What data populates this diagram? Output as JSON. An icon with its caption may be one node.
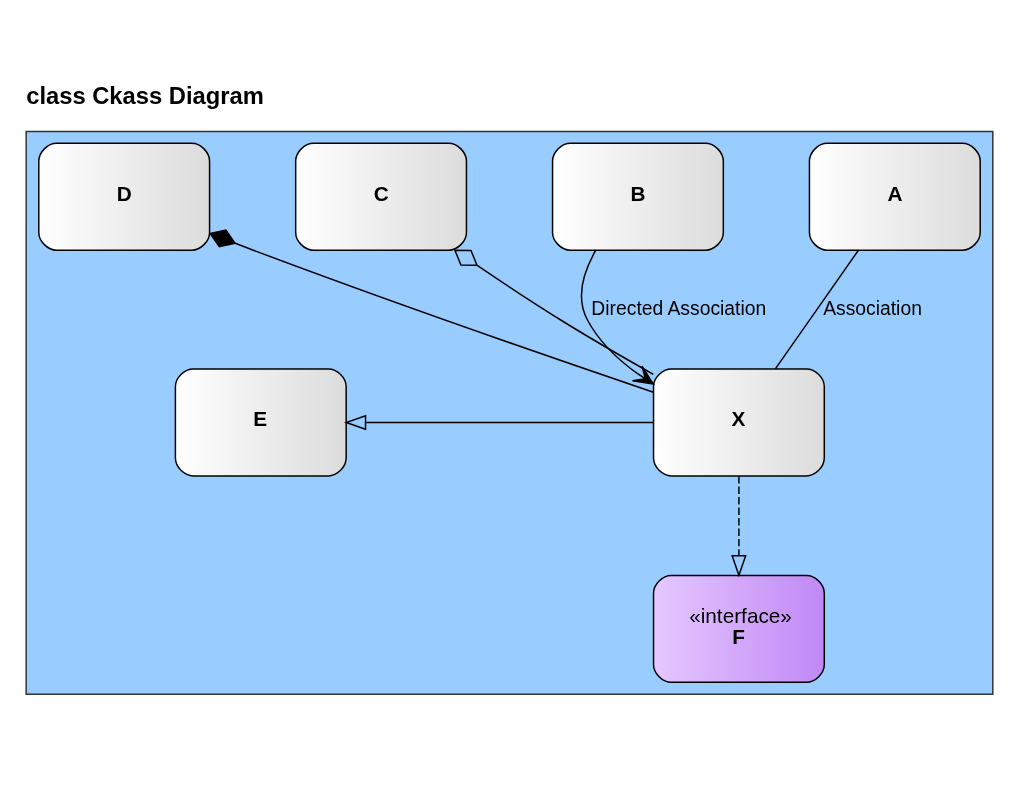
{
  "diagram": {
    "title": "class Ckass Diagram",
    "nodes": [
      {
        "text": [],
        "shape": "box"
      },
      {
        "text": [
          "A"
        ],
        "in": 0
      },
      {
        "text": [
          "B"
        ],
        "in": 0
      },
      {
        "text": [
          "C"
        ],
        "in": 0
      },
      {
        "text": [
          "D"
        ],
        "in": 0
      },
      {
        "text": [
          "X"
        ],
        "in": 0
      },
      {
        "text": [
          "E"
        ],
        "in": 0
      },
      {
        "text": [
          "«interface»",
          "F"
        ],
        "in": 0
      }
    ],
    "edges": [
      {
        "from": 1,
        "to": 5,
        "arrow": "none",
        "label": "Association"
      },
      {
        "from": 2,
        "to": 5,
        "arrow": "to",
        "label": "Directed Association"
      },
      {
        "from": 5,
        "to": 3,
        "arrow": "other"
      },
      {
        "from": 5,
        "to": 4,
        "arrow": "other"
      },
      {
        "from": 5,
        "to": 6,
        "arrow": "to"
      },
      {
        "from": 5,
        "to": 7,
        "arrow": "to",
        "style": "dashed"
      }
    ]
  }
}
